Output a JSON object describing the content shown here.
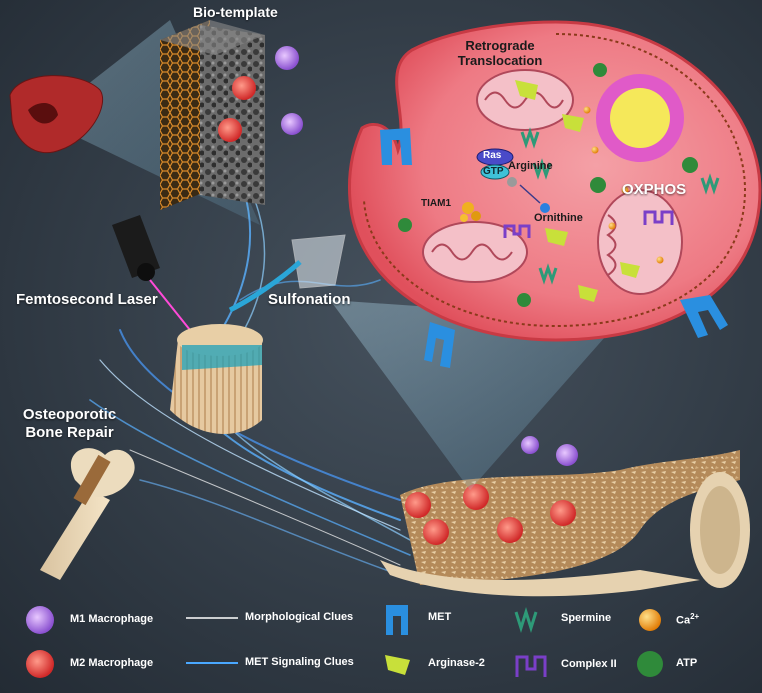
{
  "labels": {
    "bio_template": "Bio-template",
    "retrograde": "Retrograde\nTranslocation",
    "ras": "Ras",
    "gtp": "GTP",
    "arginine": "Arginine",
    "tiam1": "TIAM1",
    "ornithine": "Ornithine",
    "oxphos": "OXPHOS",
    "femtosecond_laser": "Femtosecond Laser",
    "sulfonation": "Sulfonation",
    "osteoporotic": "Osteoporotic\nBone Repair"
  },
  "legend": {
    "m1": "M1 Macrophage",
    "m2": "M2 Macrophage",
    "morph": "Morphological Clues",
    "met_sig": "MET Signaling Clues",
    "met": "MET",
    "arginase": "Arginase-2",
    "spermine": "Spermine",
    "complex2": "Complex II",
    "ca": "Ca",
    "ca_sup": "2+",
    "atp": "ATP"
  },
  "colors": {
    "background": "#2c3540",
    "cell_membrane": "#e8505a",
    "cell_inner": "#f07a82",
    "met_blue": "#2a8fe0",
    "spermine_green": "#2e9a78",
    "arginase_yellow": "#c8e03a",
    "complex2_purple": "#7a3fc8",
    "ca_orange": "#f59a1a",
    "atp_green": "#2f8a3a",
    "m1_purple": "#a070e0",
    "m2_red": "#e04040",
    "signal_blue": "#5ab0ff"
  }
}
